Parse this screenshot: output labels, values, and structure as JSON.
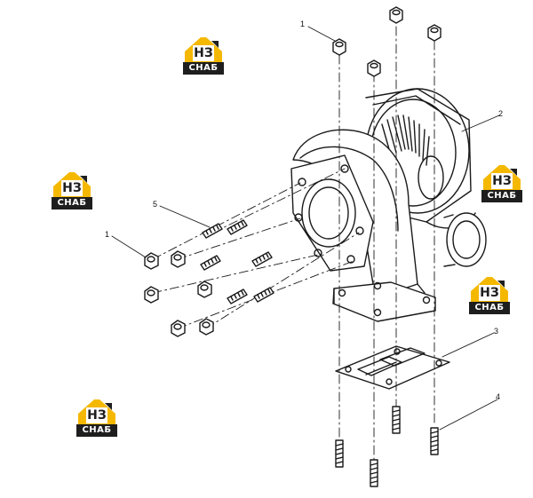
{
  "watermark": {
    "mark": "НЗ",
    "text": "СНАБ",
    "accent_color": "#f5b800",
    "dark_color": "#1e1e1e"
  },
  "callouts": [
    "1",
    "2",
    "3",
    "4",
    "5",
    "1"
  ],
  "parts": {
    "nut": "nut-icon",
    "stud": "stud-icon",
    "gasket": "gasket",
    "turbocharger": "turbocharger"
  }
}
